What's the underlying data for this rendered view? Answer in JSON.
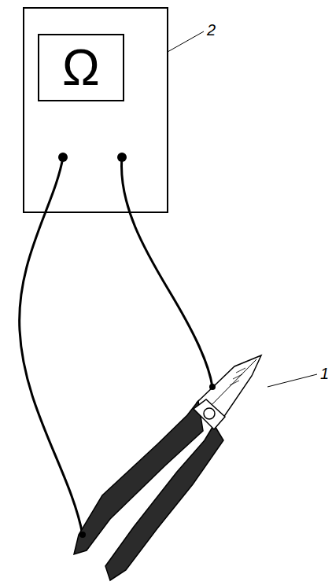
{
  "diagram": {
    "nodes": [
      {
        "text": [
          "Ω"
        ]
      }
    ],
    "labels": [
      "1",
      "2"
    ]
  }
}
